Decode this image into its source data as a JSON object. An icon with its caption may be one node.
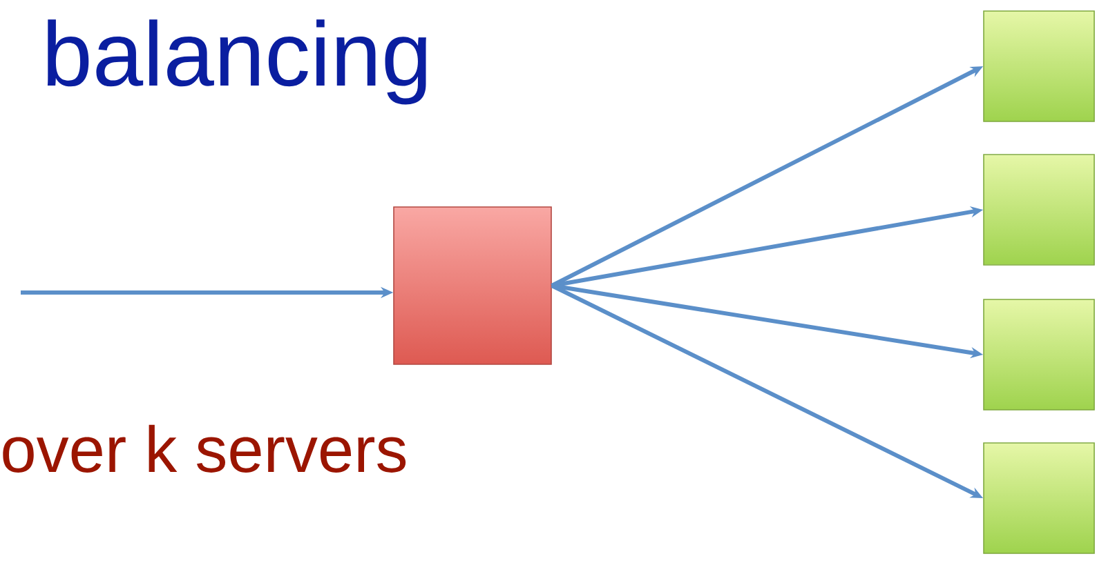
{
  "diagram": {
    "title": "balancing",
    "nodes": [
      {
        "text": [],
        "shape": "box"
      },
      {
        "text": [],
        "shape": "box"
      },
      {
        "text": [],
        "shape": "box"
      },
      {
        "text": [],
        "shape": "box"
      },
      {
        "text": [],
        "shape": "box"
      }
    ],
    "edges": [
      {
        "from": null,
        "to": 0,
        "arrow": "to"
      },
      {
        "from": 0,
        "to": 1,
        "arrow": "to"
      },
      {
        "from": 0,
        "to": 2,
        "arrow": "to"
      },
      {
        "from": 0,
        "to": 3,
        "arrow": "to"
      },
      {
        "from": 0,
        "to": 4,
        "arrow": "to"
      }
    ],
    "labels": [
      "over k servers"
    ]
  }
}
